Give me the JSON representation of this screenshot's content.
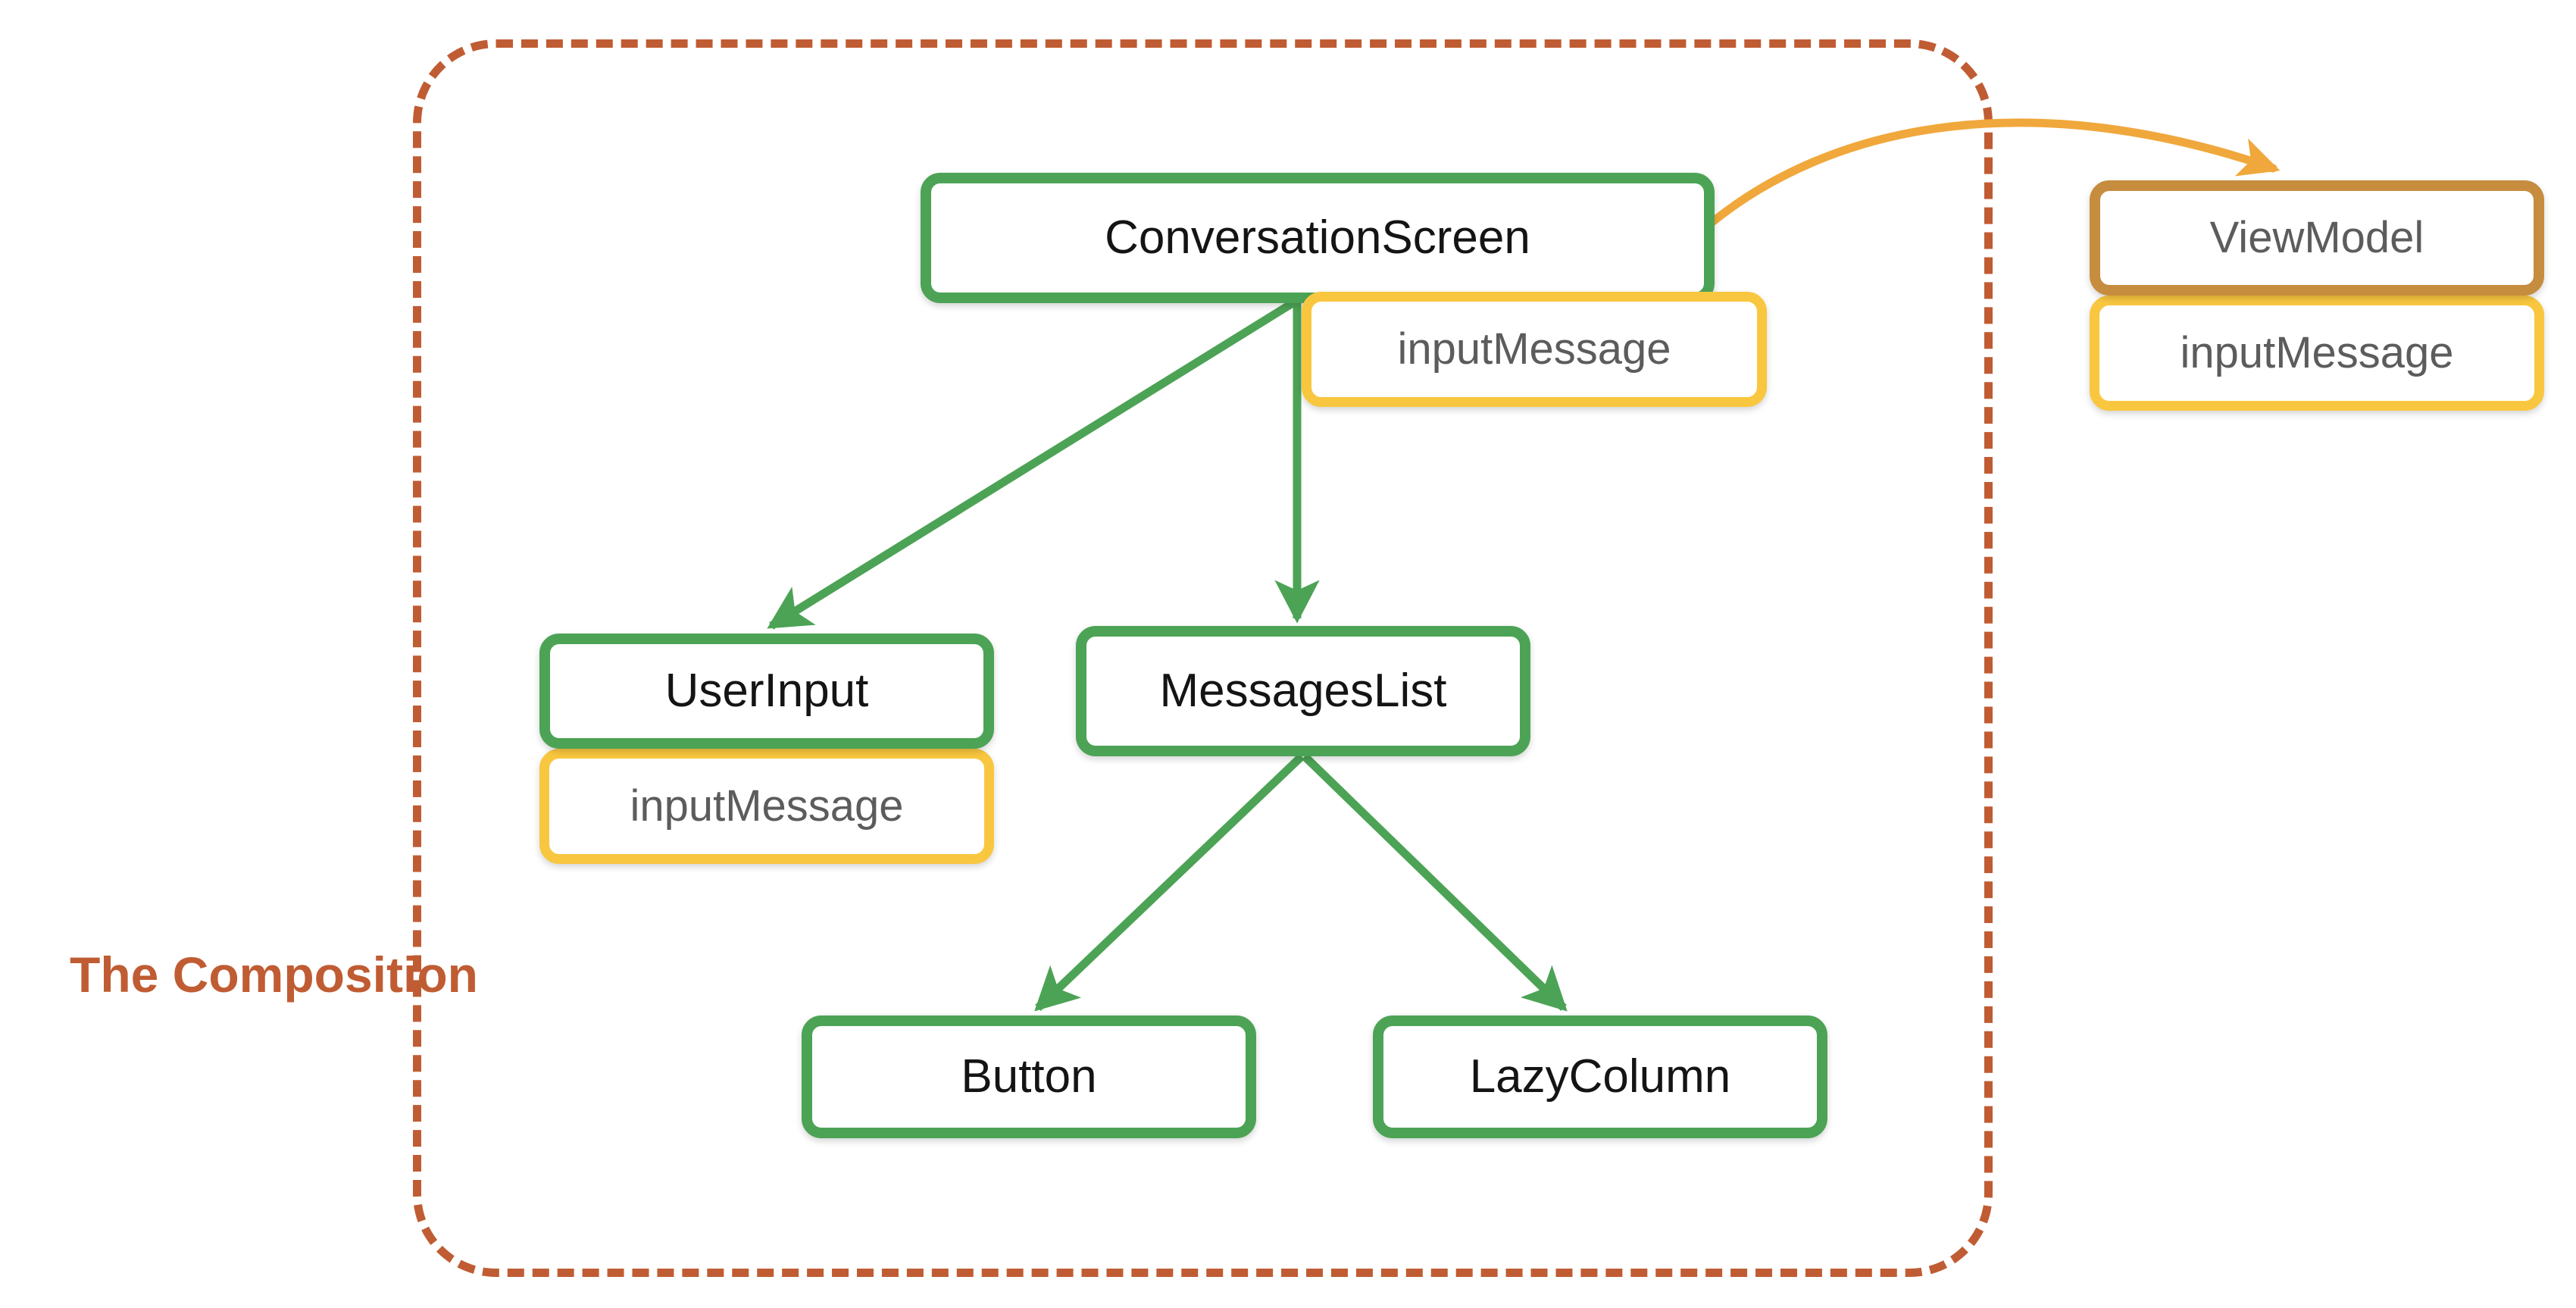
{
  "diagram": {
    "caption": "The Composition",
    "colors": {
      "composable_border": "#4CA355",
      "state_border": "#F9C73F",
      "viewmodel_border": "#C68D3E",
      "boundary_dashed": "#C05C33",
      "state_hoist_arrow": "#F0A83C",
      "composition_arrow": "#4CA355"
    },
    "nodes": [
      {
        "id": "conversation-screen",
        "label": "ConversationScreen",
        "kind": "composable"
      },
      {
        "id": "view-model",
        "label": "ViewModel",
        "kind": "viewmodel"
      },
      {
        "id": "user-input",
        "label": "UserInput",
        "kind": "composable"
      },
      {
        "id": "messages-list",
        "label": "MessagesList",
        "kind": "composable"
      },
      {
        "id": "button",
        "label": "Button",
        "kind": "composable"
      },
      {
        "id": "lazy-column",
        "label": "LazyColumn",
        "kind": "composable"
      }
    ],
    "state_badges": [
      {
        "id": "conversation-screen-state",
        "label": "inputMessage",
        "owner": "conversation-screen"
      },
      {
        "id": "view-model-state",
        "label": "inputMessage",
        "owner": "view-model"
      },
      {
        "id": "user-input-state",
        "label": "inputMessage",
        "owner": "user-input"
      }
    ],
    "edges": [
      {
        "from": "conversation-screen",
        "to": "user-input",
        "style": "solid",
        "color": "green"
      },
      {
        "from": "conversation-screen",
        "to": "messages-list",
        "style": "solid",
        "color": "green"
      },
      {
        "from": "messages-list",
        "to": "button",
        "style": "solid",
        "color": "green"
      },
      {
        "from": "messages-list",
        "to": "lazy-column",
        "style": "solid",
        "color": "green"
      },
      {
        "from": "conversation-screen",
        "to": "view-model",
        "style": "curved",
        "color": "orange"
      }
    ]
  }
}
